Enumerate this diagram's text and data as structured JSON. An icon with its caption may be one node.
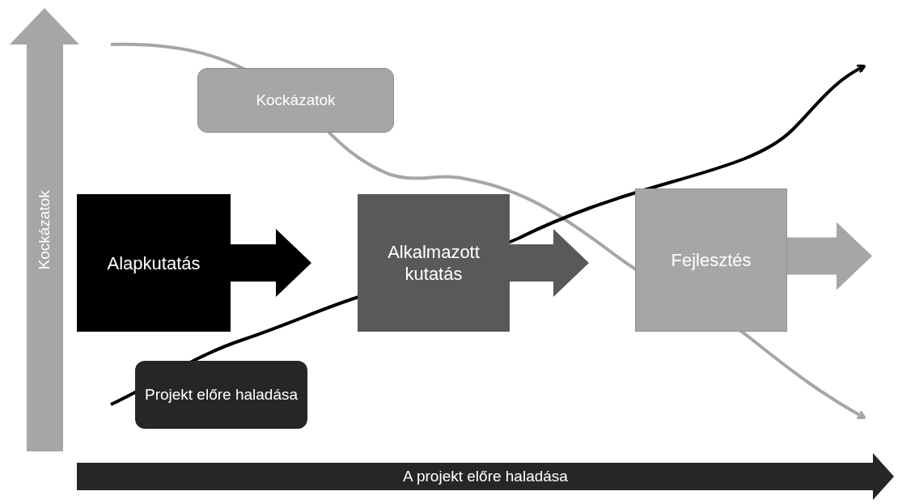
{
  "diagram": {
    "nodes": [
      {
        "text": [
          "Kockázatok"
        ]
      },
      {
        "text": [
          "Kockázatok"
        ]
      },
      {
        "text": [
          "Alapkutatás"
        ]
      },
      {
        "text": [
          "Alkalmazott kutatás"
        ]
      },
      {
        "text": [
          "Fejlesztés"
        ]
      },
      {
        "text": [
          "Projekt előre haladása"
        ]
      },
      {
        "text": [
          "A projekt előre haladása"
        ]
      }
    ],
    "edges": [
      {
        "from": 2,
        "to": 3,
        "arrow": "to",
        "style": "thick",
        "color": "#000000"
      },
      {
        "from": 3,
        "to": 4,
        "arrow": "to",
        "style": "thick",
        "color": "#595959"
      },
      {
        "from": 4,
        "to": null,
        "arrow": "to",
        "style": "thick",
        "color": "#a6a6a6"
      }
    ]
  }
}
